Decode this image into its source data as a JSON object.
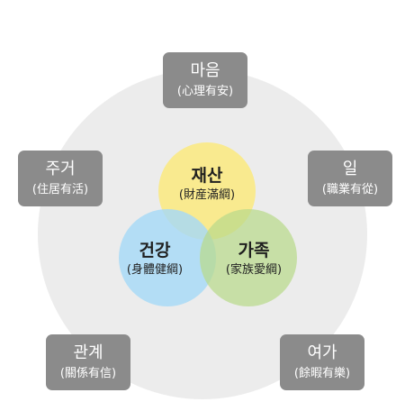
{
  "colors": {
    "outer_circle": "#ececec",
    "node_box": "#8b8b8b",
    "circle_wealth": "#fbe97a",
    "circle_health": "#a6d9f7",
    "circle_family": "#b8da8a"
  },
  "outer_nodes": [
    {
      "id": "maeum",
      "label": "마음",
      "sub": "(心理有安)"
    },
    {
      "id": "ju-geo",
      "label": "주거",
      "sub": "(住居有活)"
    },
    {
      "id": "il",
      "label": "일",
      "sub": "(職業有從)"
    },
    {
      "id": "gwangye",
      "label": "관계",
      "sub": "(關係有信)"
    },
    {
      "id": "yeoga",
      "label": "여가",
      "sub": "(餘暇有樂)"
    }
  ],
  "circles": [
    {
      "id": "jaesan",
      "label": "재산",
      "sub": "(財産滿綱)"
    },
    {
      "id": "geongang",
      "label": "건강",
      "sub": "(身體健綱)"
    },
    {
      "id": "gajok",
      "label": "가족",
      "sub": "(家族愛綱)"
    }
  ]
}
